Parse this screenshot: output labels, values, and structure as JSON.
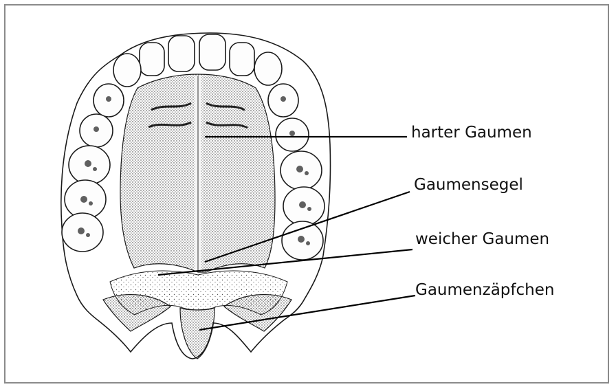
{
  "labels": {
    "harter_gaumen": "harter Gaumen",
    "gaumensegel": "Gaumensegel",
    "weicher_gaumen": "weicher Gaumen",
    "gaumenzaepfchen": "Gaumenzäpfchen"
  },
  "colors": {
    "frame_border": "#8a8a8a",
    "ink": "#1a1a1a",
    "paper": "#ffffff"
  }
}
